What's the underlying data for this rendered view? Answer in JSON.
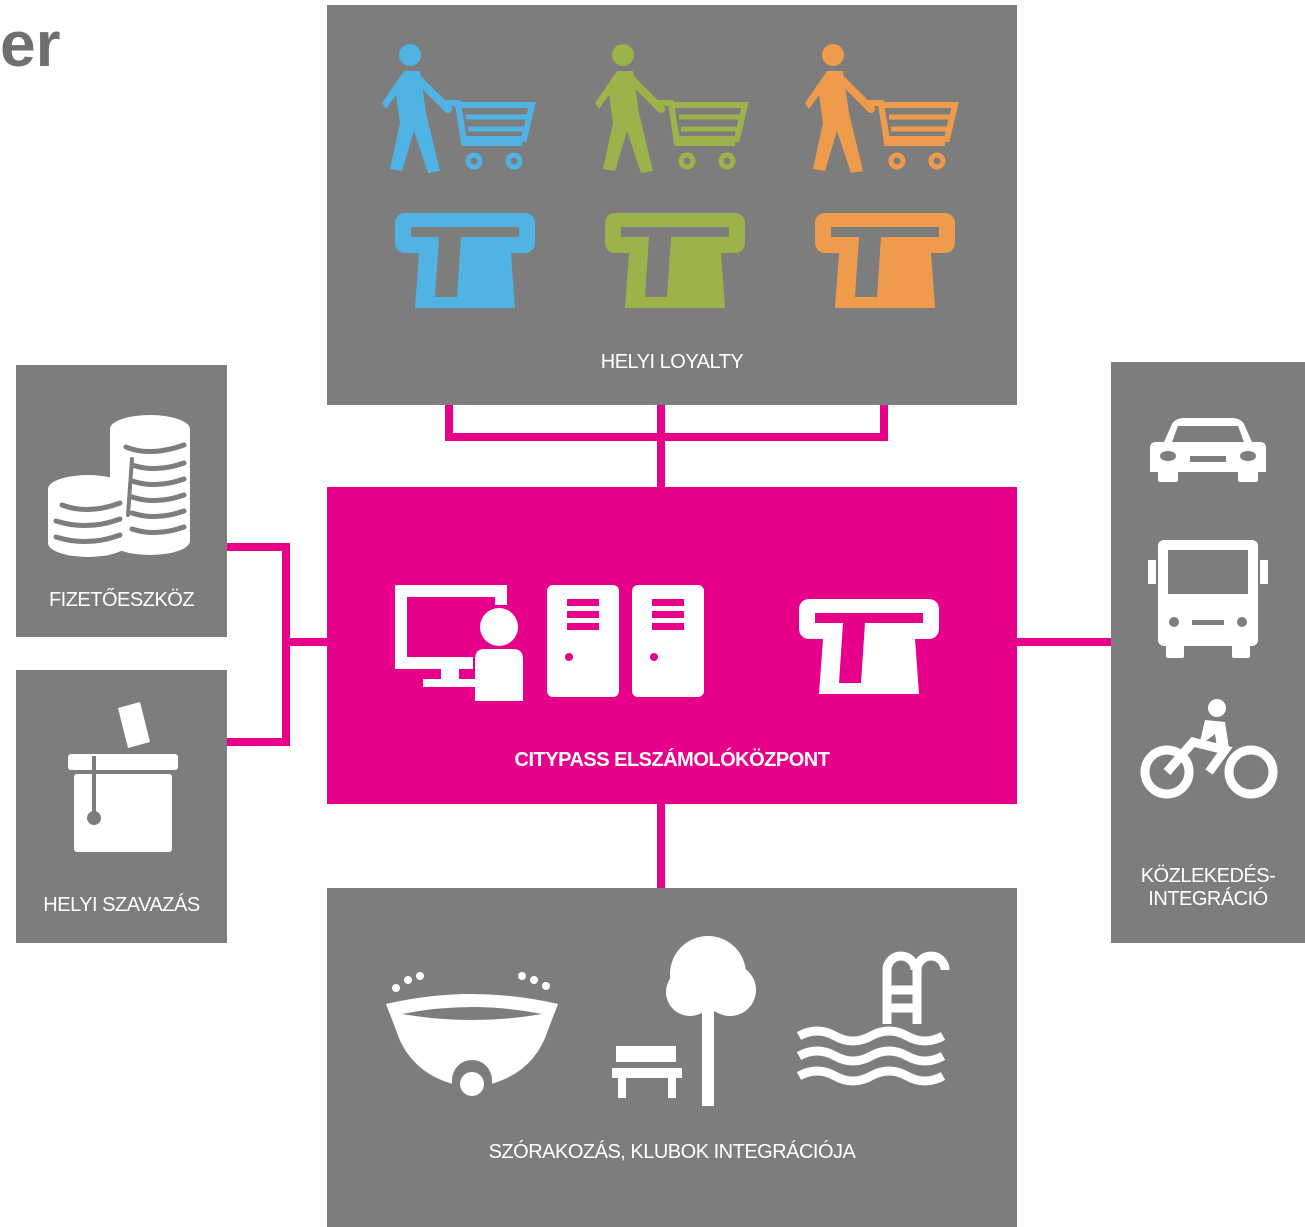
{
  "partial_title": "er",
  "colors": {
    "box_gray": "#7d7d7e",
    "hub_magenta": "#e6008a",
    "blue": "#4fb3e3",
    "green": "#9bb34a",
    "orange": "#ee9c4c",
    "white": "#ffffff"
  },
  "boxes": {
    "loyalty": {
      "label": "HELYI LOYALTY",
      "icons": [
        "shopper-cart-icon",
        "shopper-cart-icon",
        "shopper-cart-icon",
        "card-terminal-icon",
        "card-terminal-icon",
        "card-terminal-icon"
      ]
    },
    "payment": {
      "label": "FIZETŐESZKÖZ",
      "icons": [
        "coins-icon"
      ]
    },
    "voting": {
      "label": "HELYI SZAVAZÁS",
      "icons": [
        "ballot-box-icon"
      ]
    },
    "hub": {
      "label": "CITYPASS ELSZÁMOLÓKÖZPONT",
      "icons": [
        "monitor-user-icon",
        "server-icon",
        "server-icon",
        "card-terminal-icon"
      ]
    },
    "transport": {
      "label_line1": "KÖZLEKEDÉS-",
      "label_line2": "INTEGRÁCIÓ",
      "icons": [
        "car-icon",
        "bus-icon",
        "bicycle-icon"
      ]
    },
    "entertainment": {
      "label": "SZÓRAKOZÁS, KLUBOK INTEGRÁCIÓJA",
      "icons": [
        "hot-tub-icon",
        "park-bench-tree-icon",
        "swimming-pool-icon"
      ]
    }
  }
}
